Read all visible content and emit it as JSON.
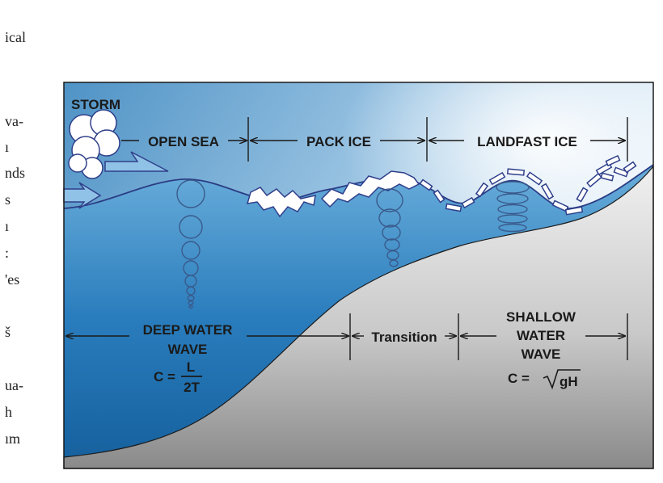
{
  "margin_fragments": [
    "ical",
    "va-",
    "ı",
    "nds",
    "s",
    "ı",
    ":",
    "'es",
    "š",
    "ua-",
    "h",
    "ım"
  ],
  "labels": {
    "storm": "STORM",
    "open_sea": "OPEN SEA",
    "pack_ice": "PACK ICE",
    "landfast_ice": "LANDFAST ICE",
    "deep_water_line1": "DEEP WATER",
    "deep_water_line2": "WAVE",
    "transition": "Transition",
    "shallow_line1": "SHALLOW",
    "shallow_line2": "WATER",
    "shallow_line3": "WAVE"
  },
  "formulas": {
    "deep": {
      "lhs": "C =",
      "numerator": "L",
      "denominator": "2T"
    },
    "shallow": {
      "lhs": "C =",
      "radicand": "gH"
    }
  },
  "colors": {
    "sky_top": "#5b9ccc",
    "sky_light": "#e9f3fb",
    "water_deep": "#1e72b5",
    "water_light": "#5ea6d6",
    "seabed_light": "#e4e4e4",
    "seabed_dark": "#8c8c8c",
    "ice_fill": "#ffffff",
    "ice_outline": "#2f3f8a",
    "orbit_stroke": "#3a5a8c"
  }
}
